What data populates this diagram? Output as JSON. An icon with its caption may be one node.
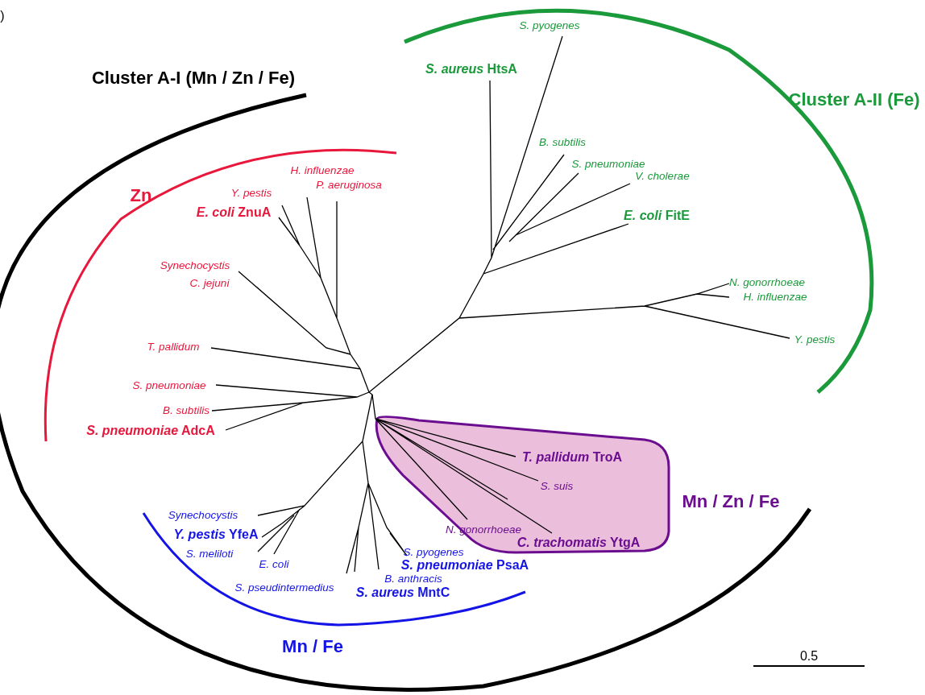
{
  "diagram": {
    "labels": [
      ")",
      "S. pyogenes",
      "Cluster A-I (Mn / Zn / Fe)",
      "*S. aureus* HtsA",
      "Cluster A-II (Fe)",
      "B. subtilis",
      "S. pneumoniae",
      "V. cholerae",
      "H. influenzae",
      "Y. pestis",
      "P. aeruginosa",
      "Zn",
      "*E. coli* ZnuA",
      "*E. coli* FitE",
      "Synechocystis",
      "C. jejuni",
      "N. gonorrhoeae",
      "H. influenzae",
      "T. pallidum",
      "Y. pestis",
      "S. pneumoniae",
      "B. subtilis",
      "*S. pneumoniae* AdcA",
      "*T. pallidum* TroA",
      "S. suis",
      "Mn / Zn / Fe",
      "Synechocystis",
      "*Y. pestis* YfeA",
      "N. gonorrhoeae",
      "*C. trachomatis* YtgA",
      "S. meliloti",
      "S. pyogenes",
      "E. coli",
      "*S. pneumoniae* PsaA",
      "B. anthracis",
      "S. pseudintermedius",
      "*S. aureus* MntC",
      "Mn / Fe",
      "0.5"
    ]
  }
}
